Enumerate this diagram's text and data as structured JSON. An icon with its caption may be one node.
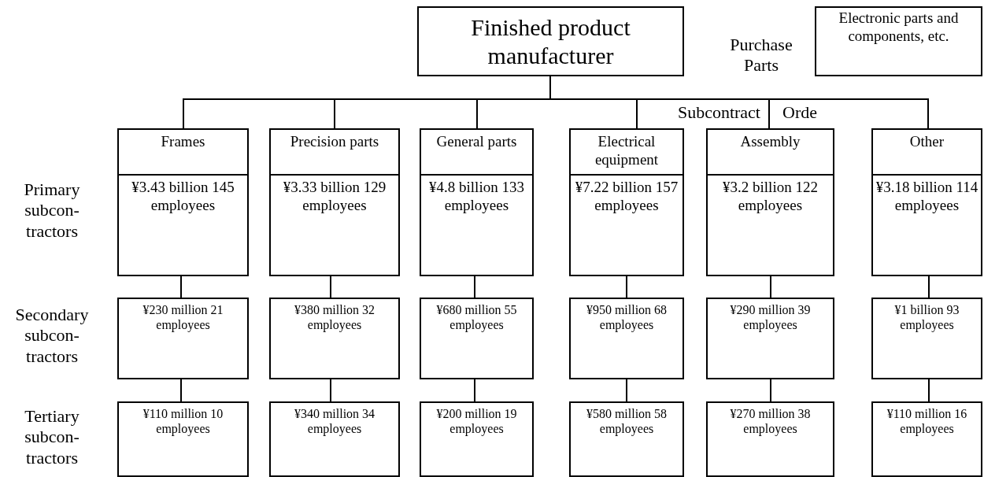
{
  "diagram": {
    "nodes": [
      {
        "text": [
          "Finished product manufacturer"
        ]
      },
      {
        "text": [
          "Electronic parts and components, etc."
        ]
      },
      {
        "text": [
          "Frames",
          "¥3.43 billion 145 employees"
        ]
      },
      {
        "text": [
          "Precision parts",
          "¥3.33 billion 129 employees"
        ]
      },
      {
        "text": [
          "General parts",
          "¥4.8 billion 133 employees"
        ]
      },
      {
        "text": [
          "Electrical equipment",
          "¥7.22 billion 157 employees"
        ]
      },
      {
        "text": [
          "Assembly",
          "¥3.2 billion 122 employees"
        ]
      },
      {
        "text": [
          "Other",
          "¥3.18 billion 114 employees"
        ]
      },
      {
        "text": [
          "¥230 million 21 employees"
        ]
      },
      {
        "text": [
          "¥380 million 32 employees"
        ]
      },
      {
        "text": [
          "¥680 million 55 employees"
        ]
      },
      {
        "text": [
          "¥950 million 68 employees"
        ]
      },
      {
        "text": [
          "¥290 million 39 employees"
        ]
      },
      {
        "text": [
          "¥1 billion 93 employees"
        ]
      },
      {
        "text": [
          "¥110 million 10 employees"
        ]
      },
      {
        "text": [
          "¥340 million 34 employees"
        ]
      },
      {
        "text": [
          "¥200 million 19 employees"
        ]
      },
      {
        "text": [
          "¥580 million 58 employees"
        ]
      },
      {
        "text": [
          "¥270 million 38 employees"
        ]
      },
      {
        "text": [
          "¥110 million 16 employees"
        ]
      }
    ],
    "edges": [
      {
        "from": 0,
        "to": 2,
        "arrow": "none"
      },
      {
        "from": 0,
        "to": 3,
        "arrow": "none"
      },
      {
        "from": 0,
        "to": 4,
        "arrow": "none"
      },
      {
        "from": 0,
        "to": 5,
        "arrow": "none"
      },
      {
        "from": 0,
        "to": 6,
        "arrow": "none"
      },
      {
        "from": 0,
        "to": 7,
        "arrow": "none"
      },
      {
        "from": 2,
        "to": 8,
        "arrow": "none"
      },
      {
        "from": 3,
        "to": 9,
        "arrow": "none"
      },
      {
        "from": 4,
        "to": 10,
        "arrow": "none"
      },
      {
        "from": 5,
        "to": 11,
        "arrow": "none"
      },
      {
        "from": 6,
        "to": 12,
        "arrow": "none"
      },
      {
        "from": 7,
        "to": 13,
        "arrow": "none"
      },
      {
        "from": 8,
        "to": 14,
        "arrow": "none"
      },
      {
        "from": 9,
        "to": 15,
        "arrow": "none"
      },
      {
        "from": 10,
        "to": 16,
        "arrow": "none"
      },
      {
        "from": 11,
        "to": 17,
        "arrow": "none"
      },
      {
        "from": 12,
        "to": 18,
        "arrow": "none"
      },
      {
        "from": 13,
        "to": 19,
        "arrow": "none"
      }
    ],
    "labels": [
      "Purchase Parts",
      "Subcontract",
      "Orde",
      "Primary subcon- tractors",
      "Secondary subcon- tractors",
      "Tertiary subcon- tractors"
    ]
  }
}
